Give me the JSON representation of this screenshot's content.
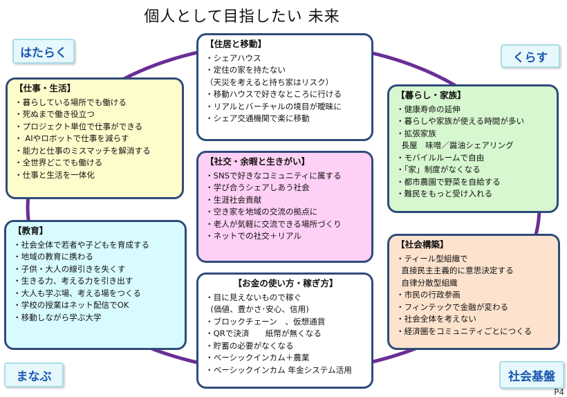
{
  "title": "個人として目指したい 未来",
  "tags": {
    "work": "はたらく",
    "life": "くらす",
    "learn": "まなぶ",
    "society": "社会基盤"
  },
  "sections": {
    "housing": {
      "heading": "【住居と移動】",
      "items": [
        "・シェアハウス",
        "・定住の家を持たない",
        "（天災を考えると持ち家はリスク）",
        "・移動ハウスで好きなところに行ける",
        "・リアルとバーチャルの境目が曖昧に",
        "・シェア交通機関で楽に移動"
      ]
    },
    "work": {
      "heading": "【仕事・生活】",
      "items": [
        "・暮らしている場所でも働ける",
        "・死ぬまで働き役立つ",
        "・プロジェクト単位で仕事ができる",
        "・ AIやロボットで仕事を減らす",
        "・能力と仕事のミスマッチを解消する",
        "・全世界どこでも働ける",
        "・仕事と生活を一体化"
      ]
    },
    "family": {
      "heading": "【暮らし・家族】",
      "items": [
        "・健康寿命の延伸",
        "・暮らしや家族が使える時間が多い",
        "・拡張家族",
        "  長屋　味噌／醤油シェアリング",
        "・モバイルルームで自由",
        "・「家」制度がなくなる",
        "・都市農園で野菜を自給する",
        "・難民をもっと受け入れる"
      ]
    },
    "social": {
      "heading": "【社交・余暇と生きがい】",
      "items": [
        "・SNSで好きなコミュニティに属する",
        "・学び合うシェアしあう社会",
        "・生涯社会貢献",
        "・空き家を地域の交流の拠点に",
        "・老人が気軽に交流できる場所づくり",
        "・ネットでの社交＋リアル"
      ]
    },
    "education": {
      "heading": "【教育】",
      "items": [
        "・社会全体で若者や子どもを育成する",
        "・地域の教育に携わる",
        "・子供・大人の線引きを失くす",
        "・生きる力、考える力を引き出す",
        "・大人も学ぶ場、考える場をつくる",
        "・学校の授業はネット配信でOK",
        "・移動しながら学ぶ大学"
      ]
    },
    "money": {
      "heading": "【お金の使い方・稼ぎ方】",
      "items": [
        "・目に見えないもので稼ぐ",
        "  (価値、豊かさ･安心、信用)",
        "・ブロックチェーン　、仮想通貨",
        "・QRで決済　　紙幣が無くなる",
        "・貯蓄の必要がなくなる",
        "・ベーシックインカム＋農業",
        "・ベーシックインカム 年金システム活用"
      ]
    },
    "society": {
      "heading": "【社会構築】",
      "items": [
        "・ティール型組織で",
        "  直接民主主義的に意思決定する",
        "  自律分散型組織",
        "・市民の行政参画",
        "・フィンテックで金融が変わる",
        "・社会全体を考えない",
        "・経済圏をコミュニティごとにつくる"
      ]
    }
  },
  "page_number": "P4",
  "colors": {
    "ring": "#6a2e96",
    "box_border": "#2e4b79",
    "housing_bg": "#ffffff",
    "work_bg": "#fffccc",
    "family_bg": "#d6f7cf",
    "social_bg": "#ffd0f5",
    "education_bg": "#d8fbff",
    "money_bg": "#ffffff",
    "society_bg": "#fde3ce",
    "tag_text": "#1a56b0"
  }
}
